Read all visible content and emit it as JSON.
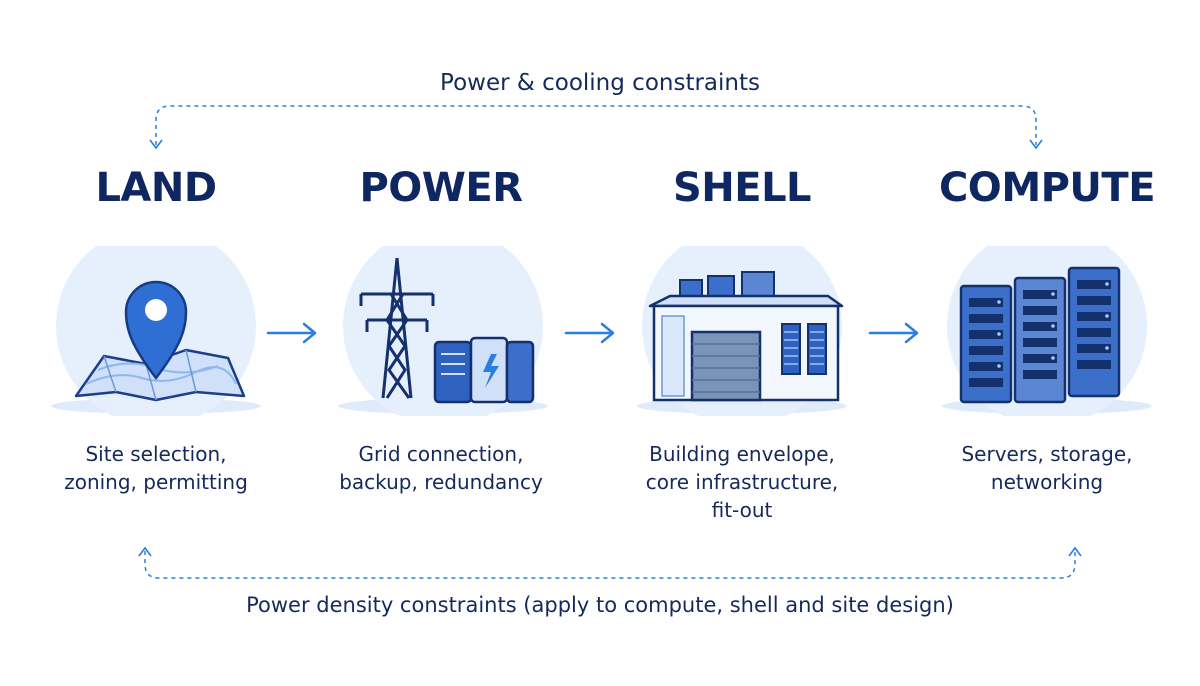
{
  "loops": {
    "top": {
      "label": "Power & cooling constraints"
    },
    "bottom": {
      "label": "Power density constraints (apply to compute, shell and site design)"
    }
  },
  "stages": [
    {
      "id": "land",
      "title": "LAND",
      "description": [
        "Site selection,",
        "zoning, permitting"
      ],
      "icon": "map-pin-icon"
    },
    {
      "id": "power",
      "title": "POWER",
      "description": [
        "Grid connection,",
        "backup, redundancy"
      ],
      "icon": "power-tower-icon"
    },
    {
      "id": "shell",
      "title": "SHELL",
      "description": [
        "Building envelope,",
        "core infrastructure,",
        "fit-out"
      ],
      "icon": "building-icon"
    },
    {
      "id": "compute",
      "title": "COMPUTE",
      "description": [
        "Servers, storage,",
        "networking"
      ],
      "icon": "server-rack-icon"
    }
  ],
  "colors": {
    "title": "#0f2761",
    "accent": "#2a7de1",
    "icon_bg": "#e6f0fc",
    "icon_fill": "#3b6fc9"
  }
}
